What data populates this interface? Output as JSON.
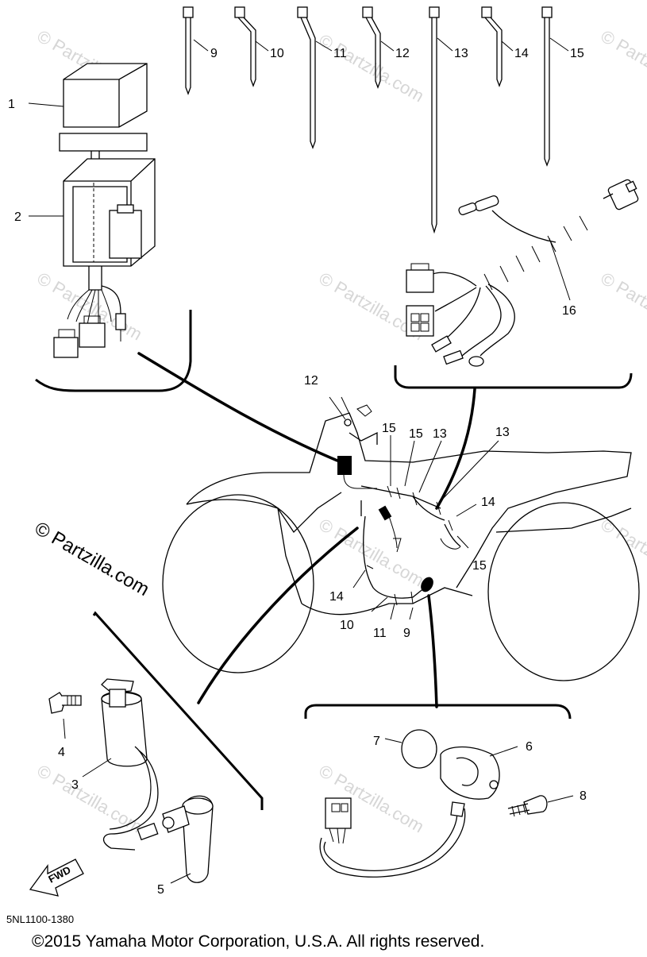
{
  "watermarks": [
    "© Partzilla.com",
    "© Partzilla.com",
    "© Partzilla.com",
    "© Partzilla.com",
    "© Partzilla.com",
    "© Partzilla.com",
    "© Partzilla.com",
    "© Partzilla.com",
    "© Partzilla.com",
    "© Partzilla.com"
  ],
  "watermark_main": "© Partzilla.com",
  "diagram_code": "5NL1100-1380",
  "copyright": "©2015 Yamaha Motor Corporation, U.S.A. All rights reserved.",
  "fwd_label": "FWD",
  "callouts": {
    "c1": "1",
    "c2": "2",
    "c3": "3",
    "c4": "4",
    "c5": "5",
    "c6": "6",
    "c7": "7",
    "c8": "8",
    "c9_top": "9",
    "c10_top": "10",
    "c11_top": "11",
    "c12_top": "12",
    "c13_top": "13",
    "c14_top": "14",
    "c15_top": "15",
    "c16": "16",
    "c12_mid": "12",
    "c15_mid_a": "15",
    "c15_mid_b": "15",
    "c13_mid_a": "13",
    "c13_mid_b": "13",
    "c14_mid": "14",
    "c15_mid_c": "15",
    "c14_low": "14",
    "c10_low": "10",
    "c11_low": "11",
    "c9_low": "9"
  }
}
